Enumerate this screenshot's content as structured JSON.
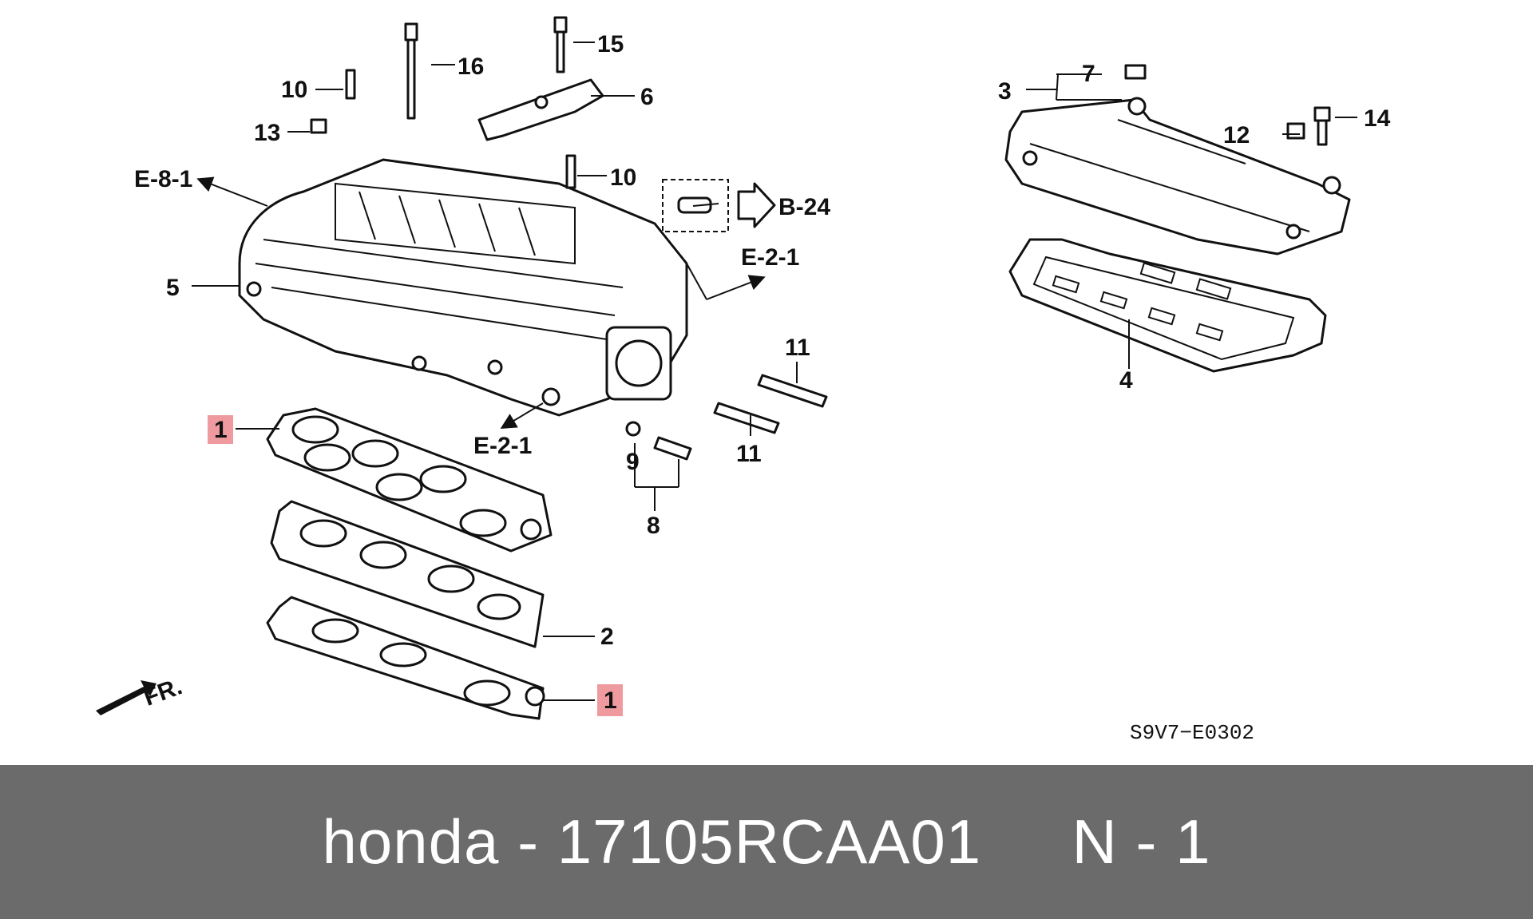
{
  "diagram": {
    "callouts": {
      "c1a": "1",
      "c1b": "1",
      "c2": "2",
      "c3": "3",
      "c4": "4",
      "c5": "5",
      "c6": "6",
      "c7": "7",
      "c8": "8",
      "c9": "9",
      "c10a": "10",
      "c10b": "10",
      "c11a": "11",
      "c11b": "11",
      "c12": "12",
      "c13": "13",
      "c14": "14",
      "c15": "15",
      "c16": "16"
    },
    "refs": {
      "e81": "E-8-1",
      "b24": "B-24",
      "e21a": "E-2-1",
      "e21b": "E-2-1",
      "fr": "FR."
    },
    "code": "S9V7−E0302",
    "highlight_color": "#ee9a9f"
  },
  "footer": {
    "text": "honda - 17105RCAA01     N - 1",
    "background": "#6b6b6b"
  }
}
